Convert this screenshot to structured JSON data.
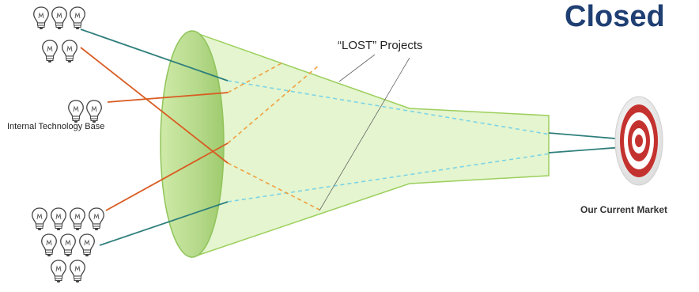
{
  "title": "Closed",
  "labels": {
    "lost_projects": "“LOST” Projects",
    "internal_technology_base": "Internal Technology Base",
    "our_current_market": "Our Current Market"
  },
  "colors": {
    "title": "#1f3f73",
    "funnel_fill": "#e4f5cf",
    "funnel_stroke": "#9ccf5c",
    "teal_line": "#2f7f7c",
    "orange_line": "#d85c22",
    "cyan_dashed": "#7dd3e6",
    "orange_dashed": "#f0a040",
    "target_red": "#c4322f"
  },
  "icons": {
    "bulb": "lightbulb-icon",
    "target": "target-icon"
  }
}
